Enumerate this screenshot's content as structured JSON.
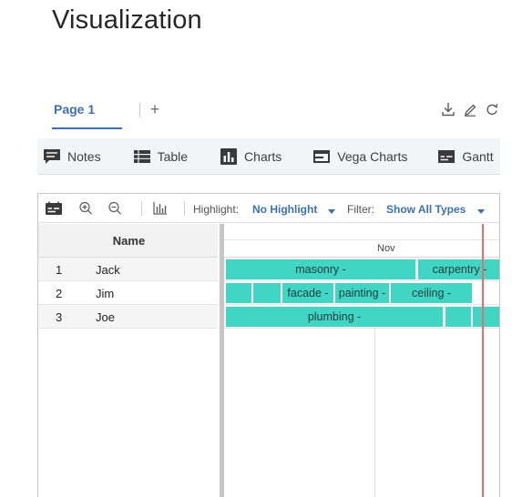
{
  "title": "Visualization",
  "page_tabs": {
    "active_label": "Page 1",
    "add_symbol": "+",
    "actions": [
      "download-icon",
      "edit-icon",
      "refresh-icon"
    ]
  },
  "viz_tabs": [
    {
      "label": "Notes",
      "icon": "notes-icon"
    },
    {
      "label": "Table",
      "icon": "table-icon"
    },
    {
      "label": "Charts",
      "icon": "bar-chart-icon"
    },
    {
      "label": "Vega Charts",
      "icon": "vega-chart-icon"
    },
    {
      "label": "Gantt",
      "icon": "gantt-icon"
    }
  ],
  "gantt": {
    "toolbar": {
      "highlight_label": "Highlight:",
      "highlight_value": "No Highlight",
      "filter_label": "Filter:",
      "filter_value": "Show All Types"
    },
    "grid": {
      "header": "Name",
      "rows": [
        {
          "num": "1",
          "name": "Jack"
        },
        {
          "num": "2",
          "name": "Jim"
        },
        {
          "num": "3",
          "name": "Joe"
        }
      ]
    },
    "timeline": {
      "month": "Nov",
      "bars": {
        "jack_masonry": "masonry -",
        "jack_carpentry": "carpentry -",
        "jim_a": "",
        "jim_b": "",
        "jim_facade": "facade -",
        "jim_painting": "painting -",
        "jim_ceiling": "ceiling -",
        "joe_plumbing": "plumbing -",
        "joe_b": "",
        "joe_c": ""
      }
    },
    "colors": {
      "bar": "#41d6c3",
      "today_line": "#f26a6a",
      "accent": "#3d70b2"
    }
  }
}
